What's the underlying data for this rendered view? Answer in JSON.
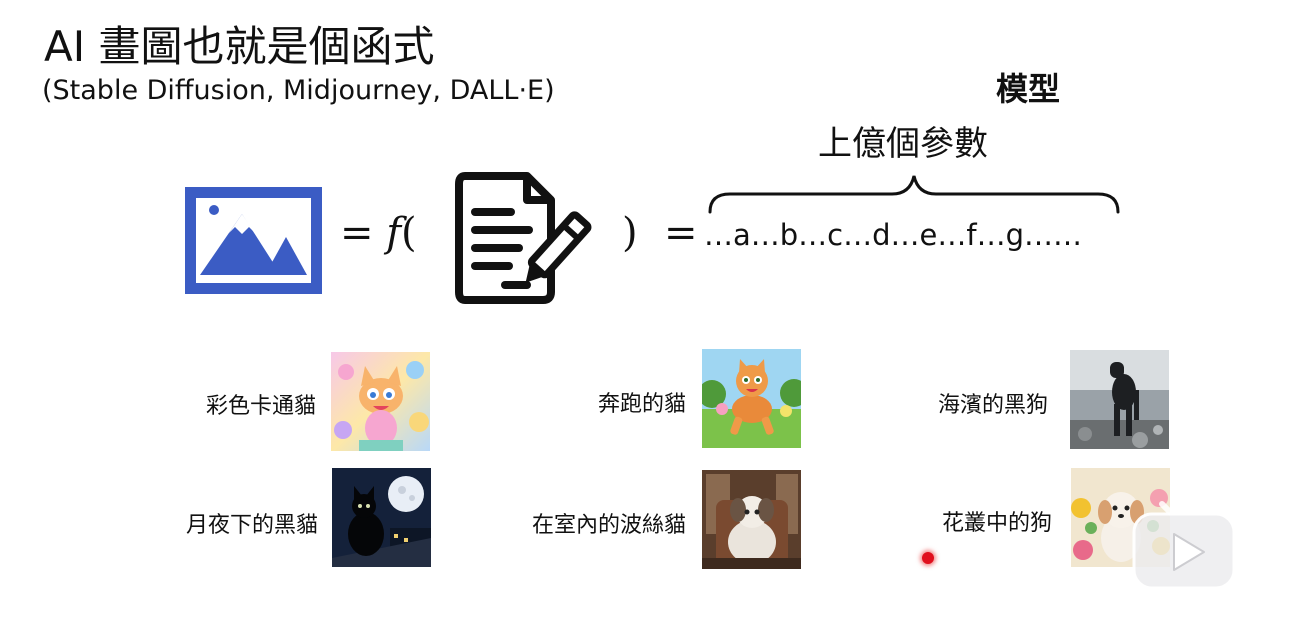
{
  "slide": {
    "title": "AI 畫圖也就是個函式",
    "subtitle": "(Stable Diffusion, Midjourney, DALL·E)",
    "model_label": "模型",
    "params_label": "上億個參數",
    "equation": {
      "equals_f": "= 𝑓(",
      "close_paren": ")",
      "equals": "=",
      "params_sequence": "…a…b…c…d…e…f…g……"
    },
    "examples": [
      {
        "caption": "彩色卡通貓"
      },
      {
        "caption": "奔跑的貓"
      },
      {
        "caption": "海濱的黑狗"
      },
      {
        "caption": "月夜下的黑貓"
      },
      {
        "caption": "在室內的波絲貓"
      },
      {
        "caption": "花叢中的狗"
      }
    ]
  },
  "icons": {
    "image_icon": "image-icon",
    "document_icon": "document-edit-icon",
    "play_icon": "play-icon"
  },
  "colors": {
    "image_icon_blue": "#3b5cc4",
    "laser_red": "#e0101e"
  }
}
